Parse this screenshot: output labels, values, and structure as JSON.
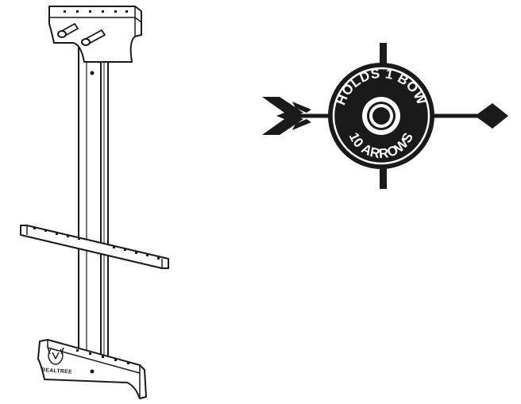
{
  "badge": {
    "top_text": "HOLDS 1 BOW",
    "bottom_text": "10 ARROWS"
  },
  "logo": {
    "wordmark": "REALTREE"
  },
  "colors": {
    "ink": "#1a1a1a",
    "paper": "#ffffff"
  }
}
